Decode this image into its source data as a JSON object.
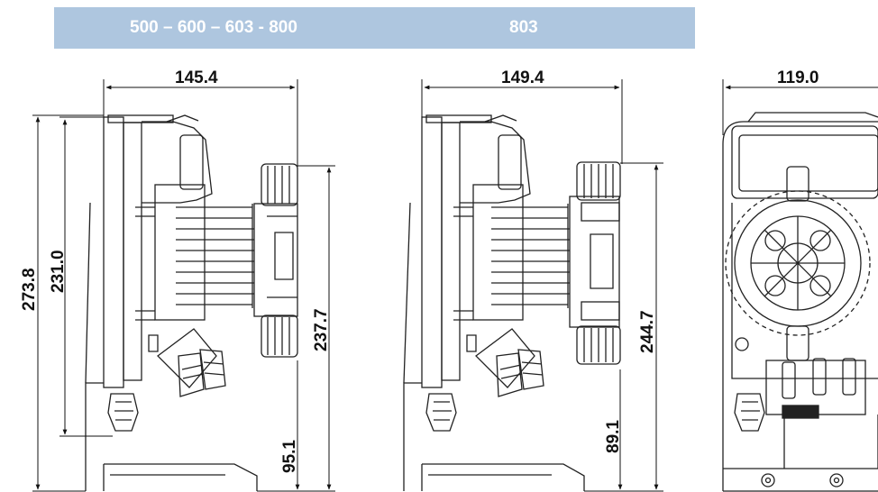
{
  "header": {
    "left_models": "500 – 600 – 603 - 800",
    "right_model": "803",
    "color": "#aec6df"
  },
  "dimensions": {
    "left_width": "145.4",
    "left_total_height": "273.8",
    "left_body_height": "231.0",
    "left_outlet_height": "237.7",
    "left_inlet_height": "95.1",
    "middle_width": "149.4",
    "middle_outlet_height": "244.7",
    "middle_inlet_height": "89.1",
    "right_width": "119.0"
  }
}
